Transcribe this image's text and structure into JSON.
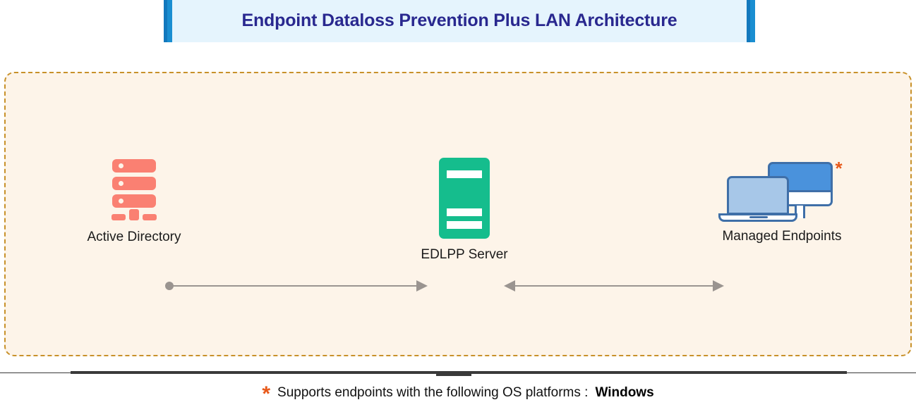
{
  "header": {
    "title": "Endpoint Dataloss Prevention Plus LAN Architecture",
    "background_color": "#e5f4fd",
    "accent_color": "#1a8ed1",
    "title_color": "#29288f"
  },
  "panel": {
    "background_color": "#fdf4e9",
    "border_color": "#c8912a",
    "border_style": "dashed"
  },
  "nodes": [
    {
      "id": "active-directory",
      "label": "Active Directory",
      "icon": "server-rack-icon",
      "color": "#fa8072"
    },
    {
      "id": "edlpp-server",
      "label": "EDLPP Server",
      "icon": "server-tower-icon",
      "color": "#15bd8d"
    },
    {
      "id": "managed-endpoints",
      "label": "Managed Endpoints",
      "icon": "desktop-laptop-icon",
      "color": "#4a92dc",
      "badge": "*"
    }
  ],
  "connectors": [
    {
      "id": "ad-to-server",
      "from": "active-directory",
      "to": "edlpp-server",
      "direction": "one-way",
      "start_marker": "dot",
      "end_marker": "arrow",
      "color": "#9a9490"
    },
    {
      "id": "server-to-endpoints",
      "from": "edlpp-server",
      "to": "managed-endpoints",
      "direction": "bidirectional",
      "start_marker": "arrow",
      "end_marker": "arrow",
      "color": "#9a9490"
    }
  ],
  "footer": {
    "asterisk": "*",
    "asterisk_color": "#e8591a",
    "note": "Supports endpoints with the following OS platforms :",
    "platforms": "Windows"
  }
}
